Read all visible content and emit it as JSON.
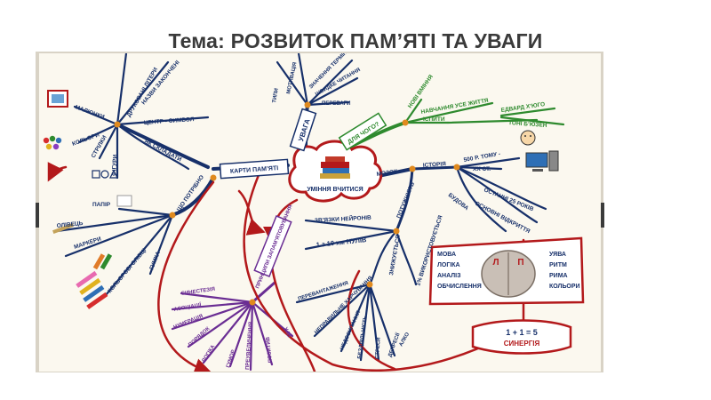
{
  "slide": {
    "title": "Тема: РОЗВИТОК ПАМ’ЯТІ ТА УВАГИ"
  },
  "colors": {
    "navy": "#17306a",
    "red": "#b3191b",
    "green": "#2e8a2e",
    "purple": "#6a2d93",
    "paper": "#fbf8ef",
    "brain": "#c9bfb6"
  },
  "map": {
    "center": "УМІННЯ ВЧИТИСЯ",
    "left_boxes": {
      "mind_maps": "КАРТИ ПАМ’ЯТІ",
      "principles": "ПРИНЦИПИ ЗАПАМ’ЯТОВУВАННЯ"
    },
    "top_left_branch": {
      "title": "ЦЕНТР - СИМВОЛ",
      "items": [
        "ДРУКОВАНІ ЛІТЕРИ",
        "НАЗВИ ЗАКОНЧЕНІ",
        "ЯК СКЛАДАТИ",
        "МАЛЮНКИ",
        "КОЛЬОРИ",
        "СТРІЛКИ",
        "ФІГУРИ"
      ]
    },
    "left_branch": {
      "title": "ЩО ПОТРІБНО",
      "items": [
        "ПАПІР",
        "ОЛІВЕЦЬ",
        "МАРКЕРИ",
        "КОЛЬОРОВІ ОЛІВЦІ",
        "ГУМКА"
      ]
    },
    "attention_branch": {
      "title": "УВАГА",
      "items": [
        "ТИПИ",
        "ПЕРЕВАГИ",
        "ШВИДКЕ ЧИТАННЯ",
        "ЗНАЧЕННЯ ТЕРМІНІВ",
        "МОТИВАЦІЯ"
      ]
    },
    "why_branch": {
      "title": "ДЛЯ ЧОГО?",
      "items": [
        "НОВІ ВМІННЯ",
        "НАВЧАННЯ УСЕ ЖИТТЯ",
        "ІСПИТИ",
        "ЕДВАРД Х’ЮГО",
        "ТОНІ Б’ЮЗЕН"
      ]
    },
    "brain_branch": {
      "title": "МОЗОК",
      "history": "ІСТОРІЯ",
      "history_items": [
        "500 Р. ТОМУ -",
        "ХХ СТ. -",
        "ОСТАННІ 25 РОКІВ",
        "ОСНОВНІ ВІДКРИТТЯ"
      ],
      "items": [
        "БУДОВА",
        "ПОТУЖНІСТЬ",
        "ЗВ’ЯЗКИ НЕЙРОНІВ",
        "1 з 10 хм НУЛІВ",
        "ЗНИЖУЄТЬСЯ",
        "1% ВИКОРИСТОВУЄТЬСЯ"
      ]
    },
    "bottom_branch": {
      "items": [
        "ПЕРЕВАНТАЖЕННЯ",
        "НЕПРАВИЛЬНЕ ХАРЧУВАННЯ",
        "НЕДОСИПАННЯ",
        "БЕЗДІЯЛЬНІСТЬ",
        "СТРЕСИ",
        "ДЕПРЕСІЇ",
        "АЛКО"
      ]
    },
    "principles_items": [
      "СИНЕСТЕЗІЯ",
      "АСОЦІАЦІЇ",
      "НУМЕРАЦІЯ",
      "ПОРЯДОК",
      "ЛОГІКА",
      "ГУМОР",
      "ПРЕУВЕЛИЧЕННЯ",
      "ПОЗИТИВ",
      "РУХ"
    ],
    "left_hemisphere": [
      "МОВА",
      "ЛОГІКА",
      "АНАЛІЗ",
      "ОБЧИСЛЕННЯ"
    ],
    "right_hemisphere": [
      "УЯВА",
      "РИТМ",
      "РИМА",
      "КОЛЬОРИ"
    ],
    "synergy": {
      "formula": "1 + 1 = 5",
      "label": "СИНЕРГІЯ"
    },
    "hemisphere_letters": {
      "left": "Л",
      "right": "П"
    }
  }
}
